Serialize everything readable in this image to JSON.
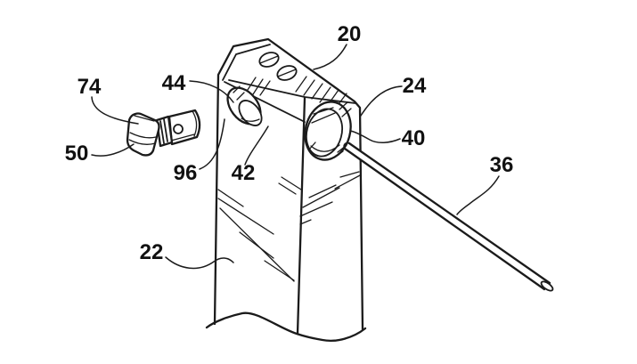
{
  "figure": {
    "type": "patent-line-drawing",
    "background_color": "#ffffff",
    "ink_color": "#1b1b1b",
    "labels": [
      {
        "ref": "20",
        "text": "20"
      },
      {
        "ref": "22",
        "text": "22"
      },
      {
        "ref": "24",
        "text": "24"
      },
      {
        "ref": "36",
        "text": "36"
      },
      {
        "ref": "40",
        "text": "40"
      },
      {
        "ref": "42",
        "text": "42"
      },
      {
        "ref": "44",
        "text": "44"
      },
      {
        "ref": "50",
        "text": "50"
      },
      {
        "ref": "74",
        "text": "74"
      },
      {
        "ref": "96",
        "text": "96"
      }
    ]
  }
}
